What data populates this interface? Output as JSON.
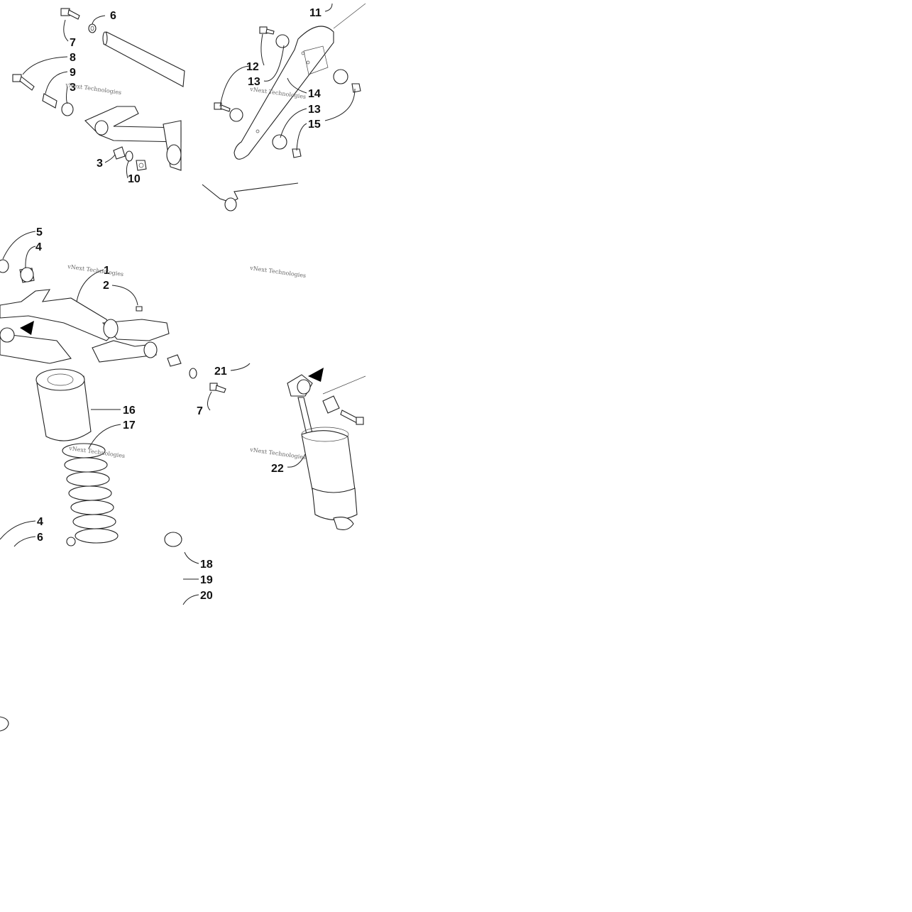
{
  "watermark": "vNext Technologies",
  "callouts": [
    "1",
    "2",
    "3",
    "4",
    "5",
    "6",
    "7",
    "8",
    "9",
    "10",
    "11",
    "12",
    "13",
    "14",
    "15",
    "16",
    "17",
    "18",
    "19",
    "20",
    "21",
    "22"
  ],
  "arrow_markers": [
    "arrow-marker-left",
    "arrow-marker-right"
  ]
}
